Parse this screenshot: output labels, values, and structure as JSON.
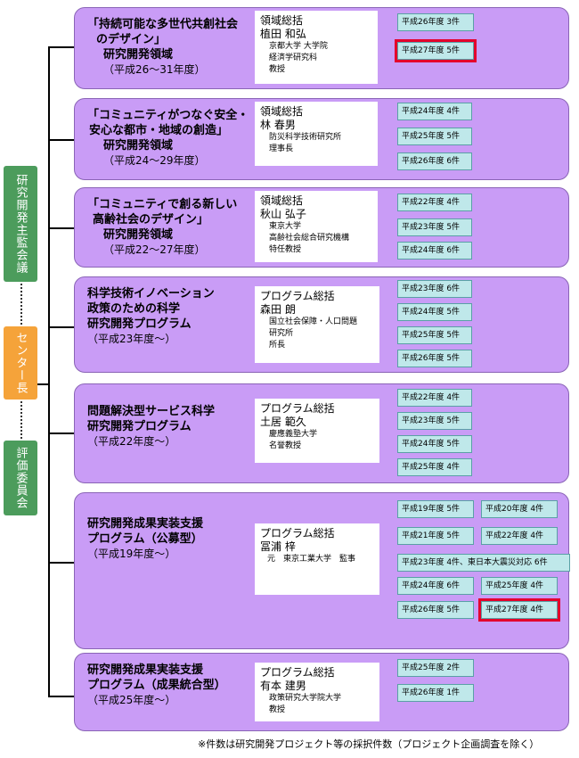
{
  "left_boxes": {
    "top": "研究開発主監会議",
    "middle": "センター長",
    "bottom": "評価委員会"
  },
  "panels": [
    {
      "title_lines": [
        "「持続可能な多世代共創社会",
        "のデザイン」",
        "研究開発領域"
      ],
      "period": "（平成26～31年度）",
      "leader_role": "領域総括",
      "leader_name": "植田 和弘",
      "leader_affil": [
        "京都大学 大学院",
        "経済学研究科",
        "教授"
      ],
      "years": [
        "平成26年度 3件",
        "平成27年度 5件"
      ]
    },
    {
      "title_lines": [
        "「コミュニティがつなぐ安全・",
        "安心な都市・地域の創造」",
        "研究開発領域"
      ],
      "period": "（平成24～29年度）",
      "leader_role": "領域総括",
      "leader_name": "林 春男",
      "leader_affil": [
        "防災科学技術研究所",
        "理事長"
      ],
      "years": [
        "平成24年度 4件",
        "平成25年度 5件",
        "平成26年度 6件"
      ]
    },
    {
      "title_lines": [
        "「コミュニティで創る新しい",
        "高齢社会のデザイン」",
        "研究開発領域"
      ],
      "period": "（平成22～27年度）",
      "leader_role": "領域総括",
      "leader_name": "秋山 弘子",
      "leader_affil": [
        "東京大学",
        "高齢社会総合研究機構",
        "特任教授"
      ],
      "years": [
        "平成22年度 4件",
        "平成23年度 5件",
        "平成24年度 6件"
      ]
    },
    {
      "title_lines": [
        "科学技術イノベーション",
        "政策のための科学",
        "研究開発プログラム"
      ],
      "period": "（平成23年度～）",
      "leader_role": "プログラム総括",
      "leader_name": "森田 朗",
      "leader_affil": [
        "国立社会保障・人口問題",
        "研究所",
        "所長"
      ],
      "years": [
        "平成23年度 6件",
        "平成24年度 5件",
        "平成25年度 5件",
        "平成26年度 5件"
      ]
    },
    {
      "title_lines": [
        "問題解決型サービス科学",
        "研究開発プログラム"
      ],
      "period": "（平成22年度～）",
      "leader_role": "プログラム総括",
      "leader_name": "土居 範久",
      "leader_affil": [
        "慶應義塾大学",
        "名誉教授"
      ],
      "years": [
        "平成22年度 4件",
        "平成23年度 5件",
        "平成24年度 5件",
        "平成25年度 4件"
      ]
    },
    {
      "title_lines": [
        "研究開発成果実装支援",
        "プログラム（公募型）"
      ],
      "period": "（平成19年度～）",
      "leader_role": "プログラム総括",
      "leader_name": "冨浦 梓",
      "leader_affil": [
        "元　東京工業大学　監事"
      ],
      "years": [
        "平成19年度 5件",
        "平成20年度 4件",
        "平成21年度 5件",
        "平成22年度 4件",
        "平成23年度 4件、東日本大震災対応 6件",
        "平成24年度 6件",
        "平成25年度 4件",
        "平成26年度 5件",
        "平成27年度 4件"
      ]
    },
    {
      "title_lines": [
        "研究開発成果実装支援",
        "プログラム（成果統合型）"
      ],
      "period": "（平成25年度～）",
      "leader_role": "プログラム総括",
      "leader_name": "有本 建男",
      "leader_affil": [
        "政策研究大学院大学",
        "教授"
      ],
      "years": [
        "平成25年度 2件",
        "平成26年度 1件"
      ]
    }
  ],
  "footnote": "※件数は研究開発プロジェクト等の採択件数（プロジェクト企画調査を除く）"
}
